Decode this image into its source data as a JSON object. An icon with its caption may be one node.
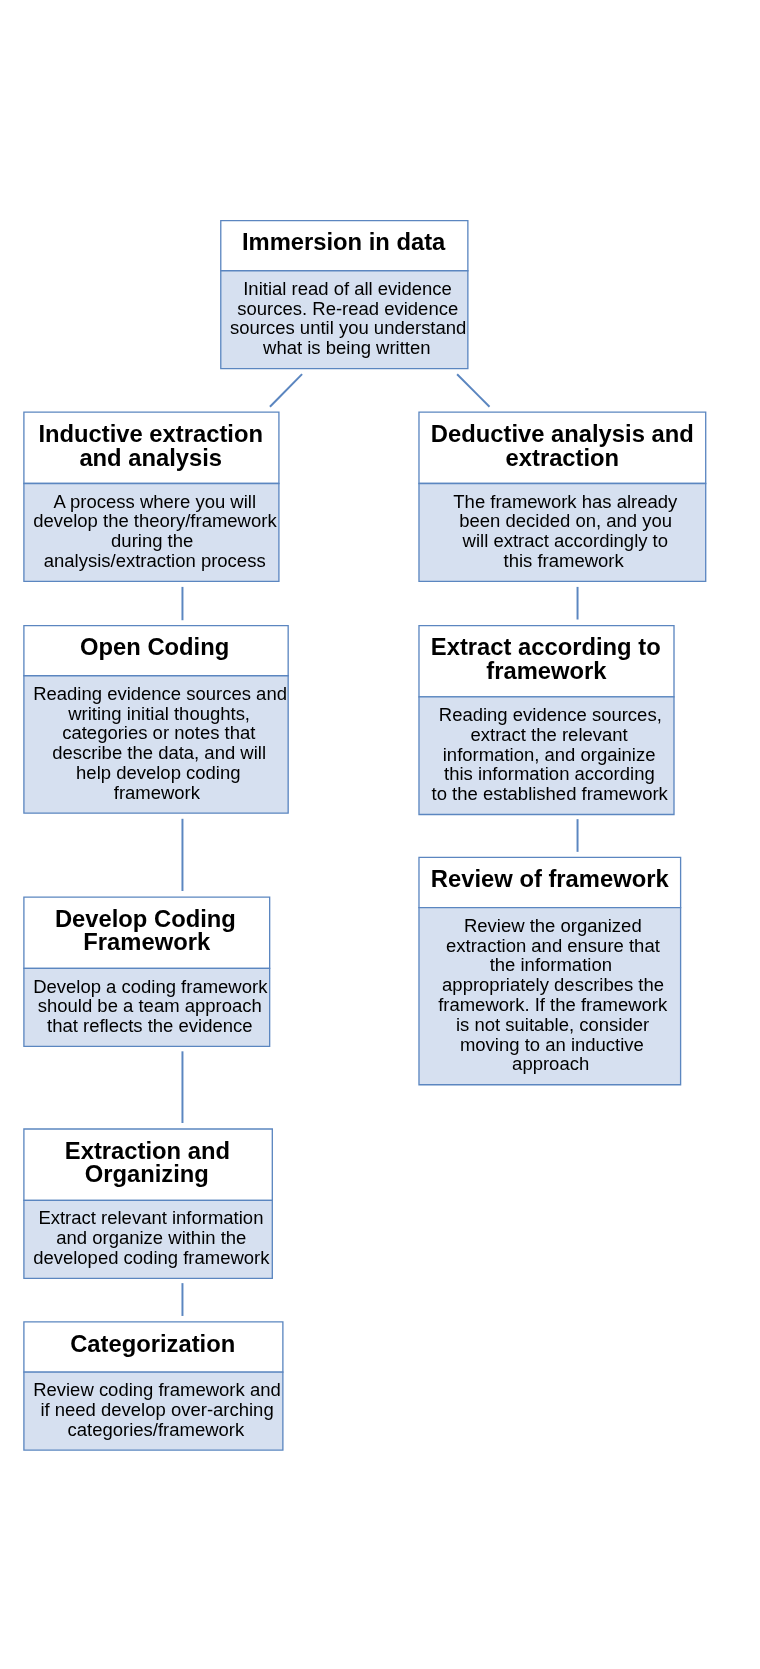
{
  "diagram": {
    "nodes": [
      {
        "text": [
          "Immersion in data",
          "Initial read of all evidence sources. Re-read evidence sources until you understand what is being written"
        ]
      },
      {
        "text": [
          "Inductive extraction and analysis",
          "A process where you will develop the theory/framework during the analysis/extraction process"
        ]
      },
      {
        "text": [
          "Deductive analysis and extraction",
          "The framework has already been decided on, and you will extract accordingly to this framework"
        ]
      },
      {
        "text": [
          "Open Coding",
          "Reading evidence sources and writing initial thoughts, categories or notes that describe the data, and will help develop coding framework"
        ]
      },
      {
        "text": [
          "Extract according to framework",
          "Reading evidence sources, extract the relevant information, and orgainize this information according to the established framework"
        ]
      },
      {
        "text": [
          "Develop Coding Framework",
          "Develop a coding framework should be a team approach that reflects the evidence"
        ]
      },
      {
        "text": [
          "Review of framework",
          "Review the organized extraction and ensure that the information appropriately describes the framework. If the framework is not suitable, consider moving to an inductive approach"
        ]
      },
      {
        "text": [
          "Extraction and Organizing",
          "Extract relevant information and organize within the developed coding framework"
        ]
      },
      {
        "text": [
          "Categorization",
          "Review coding framework and if need develop over-arching categories/framework"
        ]
      }
    ],
    "edges": [
      {
        "from": 0,
        "to": 1,
        "arrow": "none"
      },
      {
        "from": 0,
        "to": 2,
        "arrow": "none"
      },
      {
        "from": 1,
        "to": 3,
        "arrow": "none"
      },
      {
        "from": 3,
        "to": 5,
        "arrow": "none"
      },
      {
        "from": 5,
        "to": 7,
        "arrow": "none"
      },
      {
        "from": 7,
        "to": 8,
        "arrow": "none"
      },
      {
        "from": 2,
        "to": 4,
        "arrow": "none"
      },
      {
        "from": 4,
        "to": 6,
        "arrow": "none"
      }
    ]
  }
}
